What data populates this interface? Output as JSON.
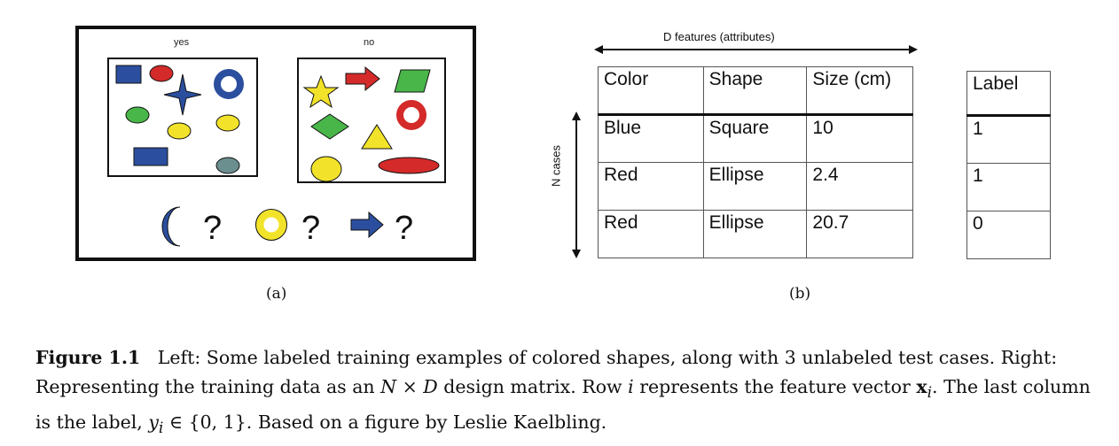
{
  "panel_a": {
    "yes_label": "yes",
    "no_label": "no",
    "question_mark": "?",
    "subcaption": "(a)",
    "yes_shapes": [
      {
        "name": "blue-rectangle-icon",
        "color": "#2b4f9e"
      },
      {
        "name": "red-ellipse-icon",
        "color": "#d42a2a"
      },
      {
        "name": "blue-star-icon",
        "color": "#2b4f9e"
      },
      {
        "name": "blue-ring-icon",
        "color": "#2b4f9e"
      },
      {
        "name": "green-ellipse-icon",
        "color": "#49b649"
      },
      {
        "name": "yellow-ellipse-icon",
        "color": "#f2e32a"
      },
      {
        "name": "blue-rectangle-icon",
        "color": "#2b4f9e"
      },
      {
        "name": "gray-ellipse-icon",
        "color": "#6b8e8e"
      }
    ],
    "no_shapes": [
      {
        "name": "yellow-star-icon",
        "color": "#f2e32a"
      },
      {
        "name": "red-arrow-icon",
        "color": "#d42a2a"
      },
      {
        "name": "green-parallelogram-icon",
        "color": "#49b649"
      },
      {
        "name": "green-diamond-icon",
        "color": "#49b649"
      },
      {
        "name": "red-ring-icon",
        "color": "#d42a2a"
      },
      {
        "name": "yellow-triangle-icon",
        "color": "#f2e32a"
      },
      {
        "name": "yellow-ellipse-icon",
        "color": "#f2e32a"
      },
      {
        "name": "red-ellipse-icon",
        "color": "#d42a2a"
      }
    ],
    "test_shapes": [
      {
        "name": "blue-crescent-icon",
        "color": "#2b4f9e"
      },
      {
        "name": "yellow-ring-icon",
        "color": "#f2e32a"
      },
      {
        "name": "blue-arrow-icon",
        "color": "#2b4f9e"
      }
    ]
  },
  "panel_b": {
    "features_title": "D features (attributes)",
    "cases_label": "N cases",
    "subcaption": "(b)",
    "headers": [
      "Color",
      "Shape",
      "Size (cm)"
    ],
    "rows": [
      [
        "Blue",
        "Square",
        "10"
      ],
      [
        "Red",
        "Ellipse",
        "2.4"
      ],
      [
        "Red",
        "Ellipse",
        "20.7"
      ]
    ],
    "label_header": "Label",
    "labels": [
      "1",
      "1",
      "0"
    ]
  },
  "caption": {
    "figure_label": "Figure 1.1",
    "text_1": "Left: Some labeled training examples of colored shapes, along with 3 unlabeled test cases. Right: Representing the training data as an ",
    "math_N": "N",
    "times": " × ",
    "math_D": "D",
    "text_2": " design matrix. Row ",
    "math_i": "i",
    "text_3": " represents the feature vector ",
    "math_x": "x",
    "math_x_sub": "i",
    "text_4": ". The last column is the label, ",
    "math_y": "y",
    "math_y_sub": "i",
    "math_set": " ∈ {0, 1}",
    "text_5": ". Based on a figure by Leslie Kaelbling."
  }
}
